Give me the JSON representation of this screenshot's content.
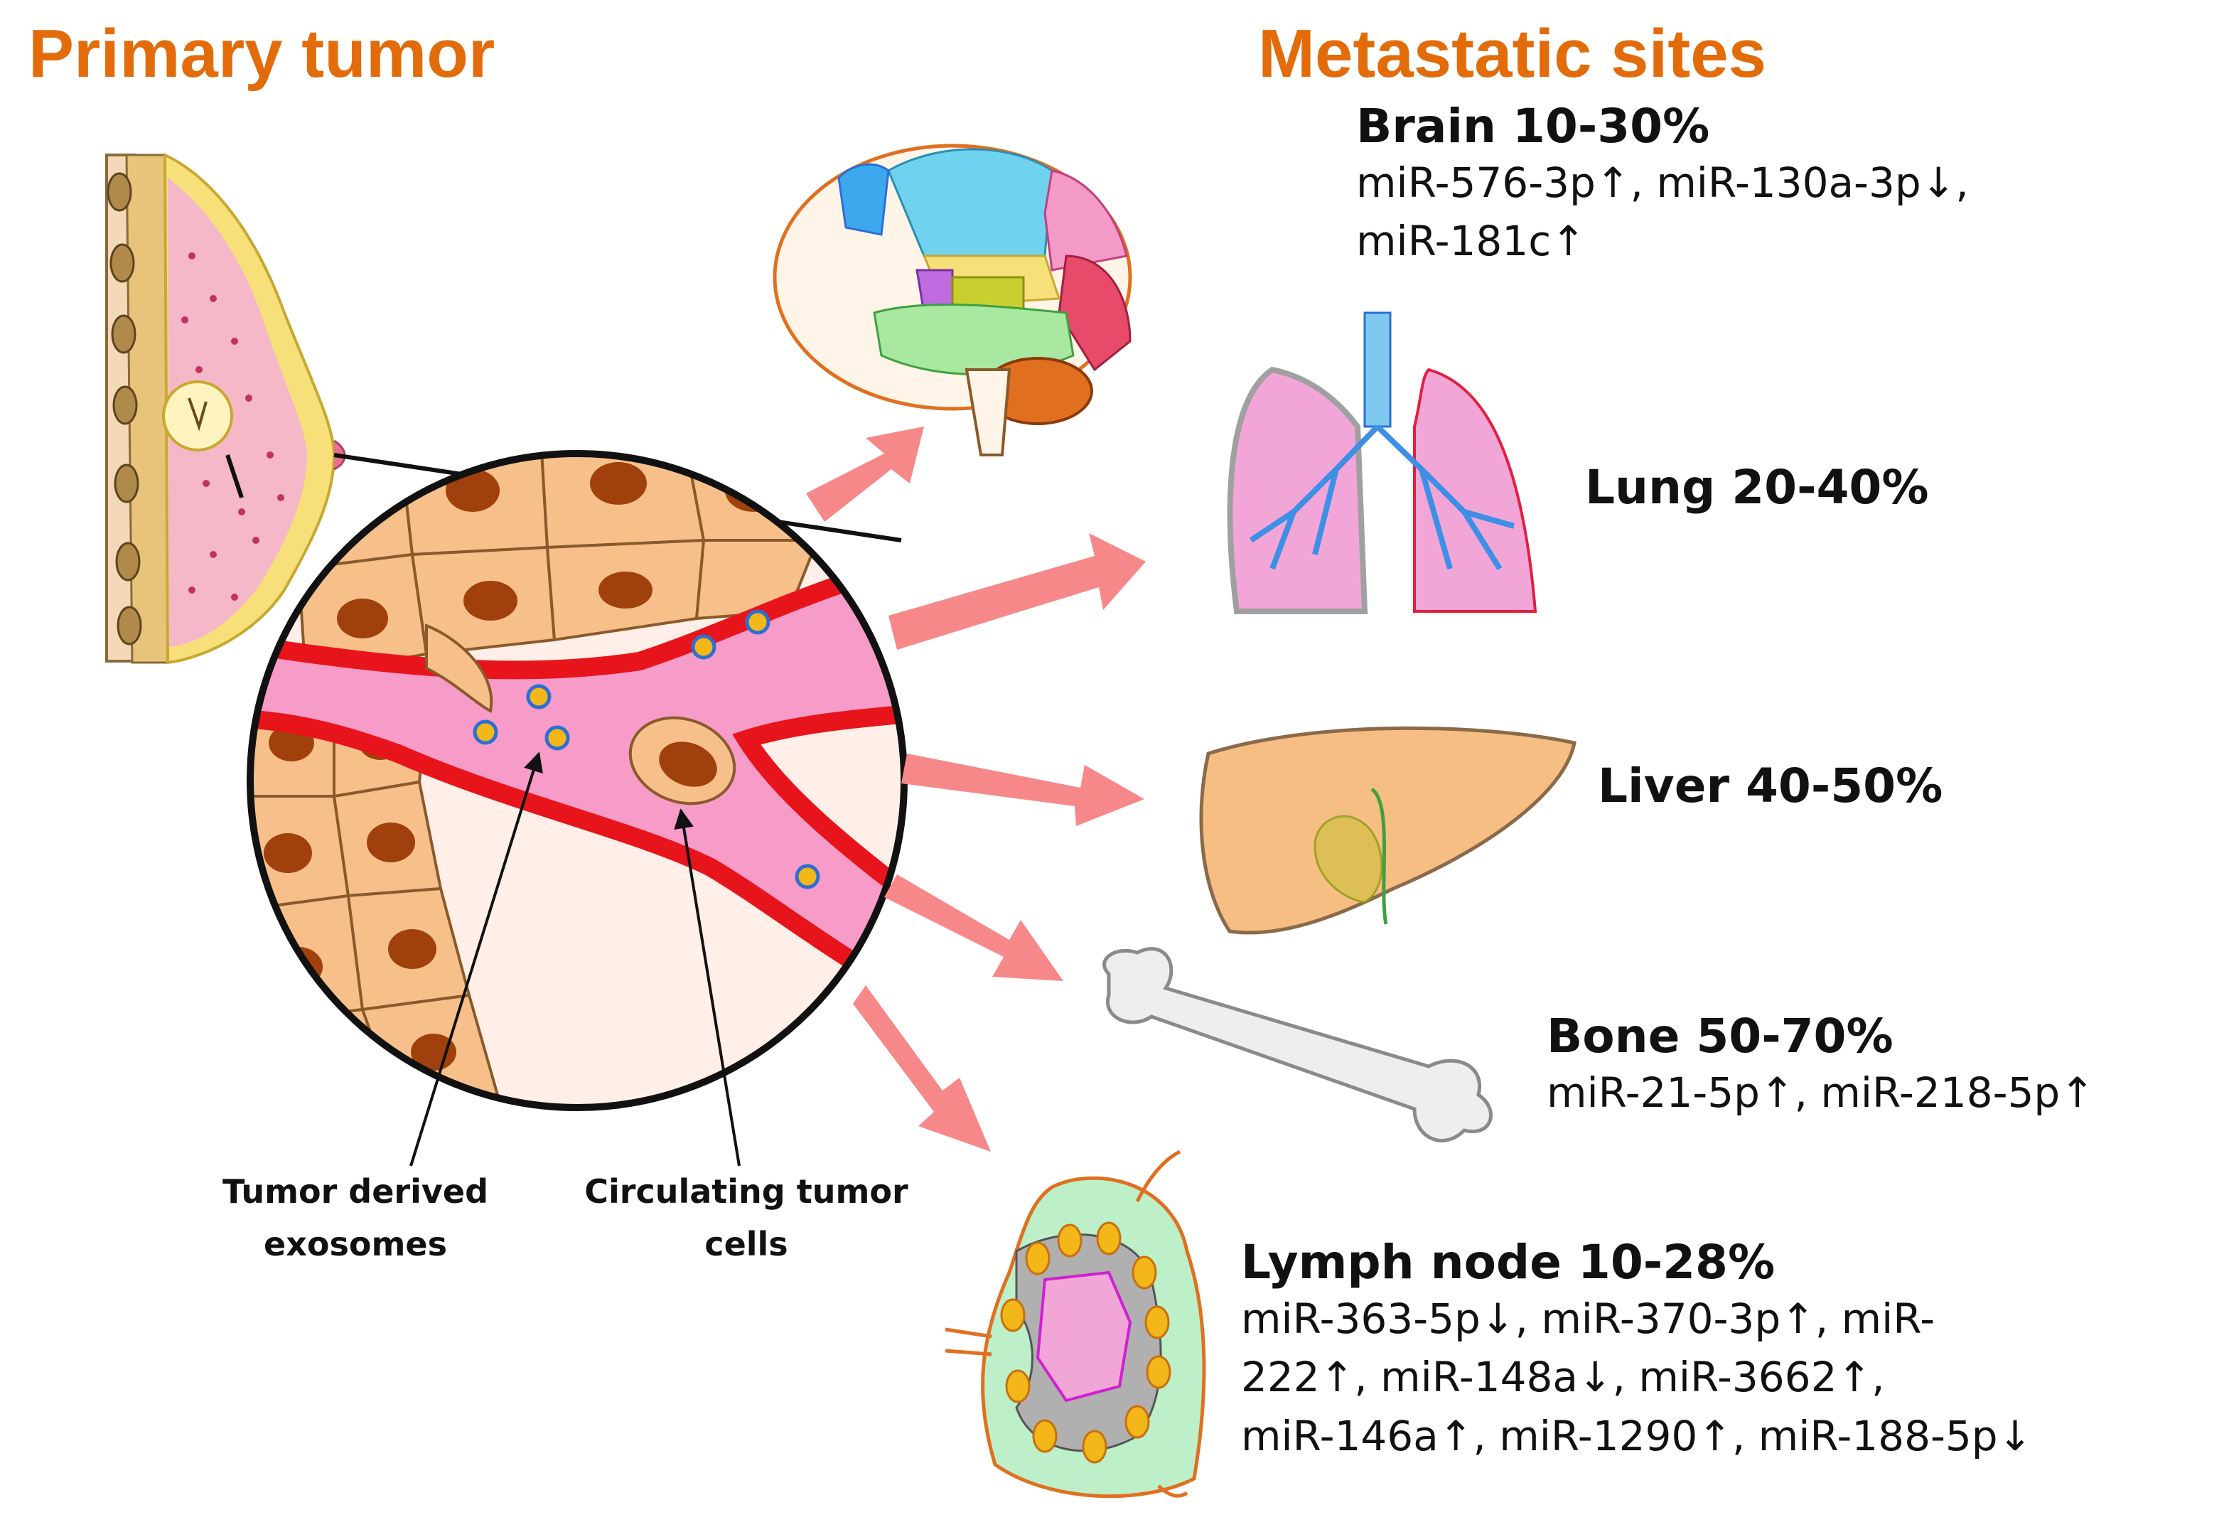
{
  "headings": {
    "primary": "Primary tumor",
    "metastatic": "Metastatic sites"
  },
  "sites": {
    "brain": {
      "name": "Brain 10-30%",
      "mirs": [
        "miR-576-3p↑, miR-130a-3p↓,",
        "miR-181c↑"
      ]
    },
    "lung": {
      "name": "Lung 20-40%"
    },
    "liver": {
      "name": "Liver 40-50%"
    },
    "bone": {
      "name": "Bone 50-70%",
      "mirs": [
        "miR-21-5p↑, miR-218-5p↑"
      ]
    },
    "lymph_node": {
      "name": "Lymph node 10-28%",
      "mirs": [
        "miR-363-5p↓, miR-370-3p↑, miR-",
        "222↑, miR-148a↓, miR-3662↑,",
        "miR-146a↑, miR-1290↑, miR-188-5p↓"
      ]
    }
  },
  "callouts": {
    "exosomes": [
      "Tumor derived",
      "exosomes"
    ],
    "ctc": [
      "Circulating tumor",
      "cells"
    ]
  },
  "colors": {
    "heading": "#E36C0A",
    "arrow": "#F7888A",
    "vessel_wall": "#E8141C",
    "vessel_lumen": "#F79BC8",
    "cell_fill": "#F7C08A",
    "nucleus": "#A0400C",
    "exosome": "#F4B71A",
    "liver": "#F7BE84",
    "lung": "#F2A6D8",
    "bone": "#EEEEEE",
    "lymph_node": "#BDF0C8"
  }
}
